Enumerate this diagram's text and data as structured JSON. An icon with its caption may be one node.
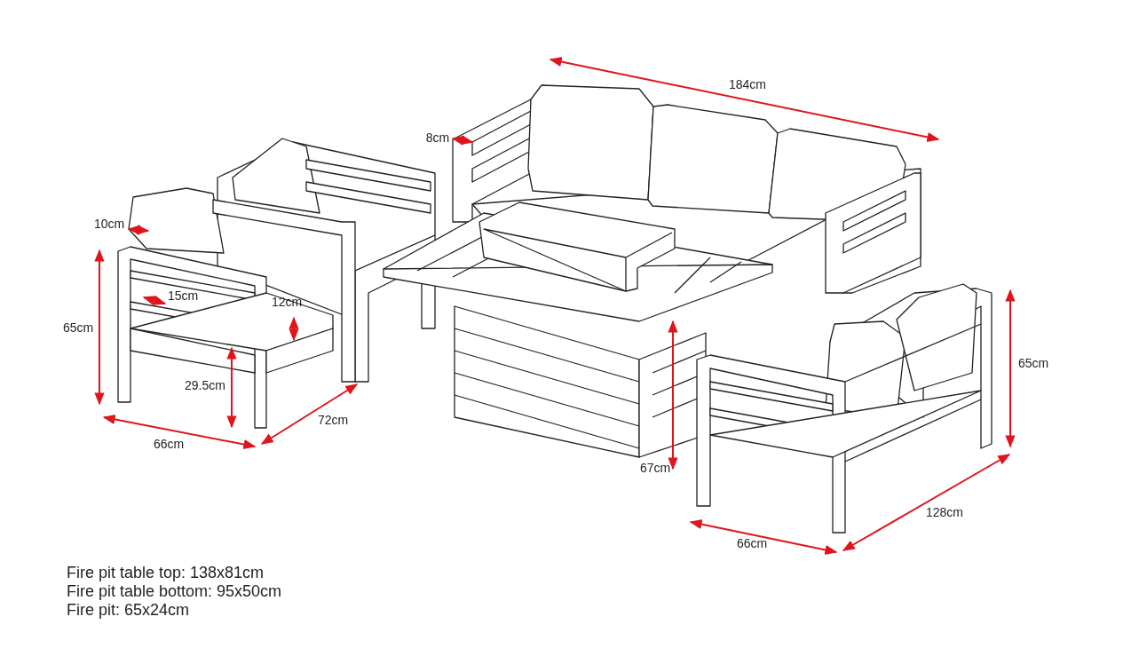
{
  "diagram": {
    "labels": [
      "184cm",
      "8cm",
      "10cm",
      "15cm",
      "12cm",
      "65cm",
      "29.5cm",
      "72cm",
      "66cm",
      "65cm",
      "67cm",
      "128cm",
      "66cm",
      "Fire pit table top: 138x81cm",
      "Fire pit table bottom: 95x50cm",
      "Fire pit: 65x24cm"
    ]
  }
}
